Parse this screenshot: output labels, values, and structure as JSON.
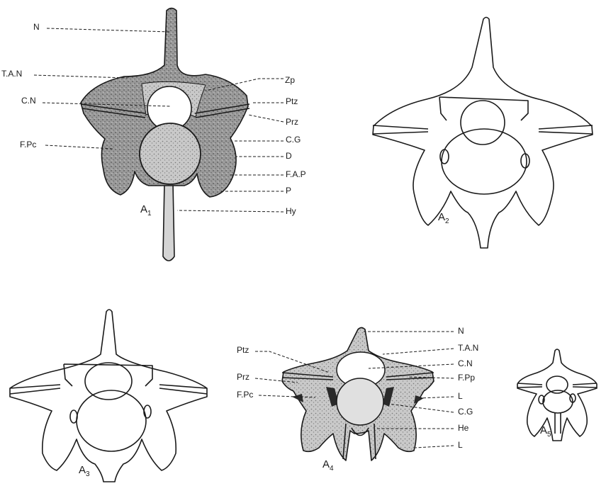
{
  "colors": {
    "ink": "#1a1a1a",
    "shading": "#8a8a8a",
    "shading_dark": "#4a4a4a",
    "paper": "#ffffff"
  },
  "figures": {
    "a1": {
      "letter": "A",
      "number": "1"
    },
    "a2": {
      "letter": "A",
      "number": "2"
    },
    "a3": {
      "letter": "A",
      "number": "3"
    },
    "a4": {
      "letter": "A",
      "number": "4"
    },
    "a5": {
      "letter": "A",
      "number": "5"
    }
  },
  "a1_labels": {
    "n": "N",
    "tan": "T.A.N",
    "cn": "C.N",
    "fpc": "F.Pc",
    "zp": "Zp",
    "ptz": "Ptz",
    "prz": "Prz",
    "cg": "C.G",
    "d": "D",
    "fap": "F.A.P",
    "p": "P",
    "hy": "Hy"
  },
  "a4_labels": {
    "ptz": "Ptz",
    "prz": "Prz",
    "fpc": "F.Pc",
    "n": "N",
    "tan": "T.A.N",
    "cn": "C.N",
    "fpp": "F.Pp",
    "l_upper": "L",
    "cg": "C.G",
    "he": "He",
    "l_lower": "L"
  }
}
